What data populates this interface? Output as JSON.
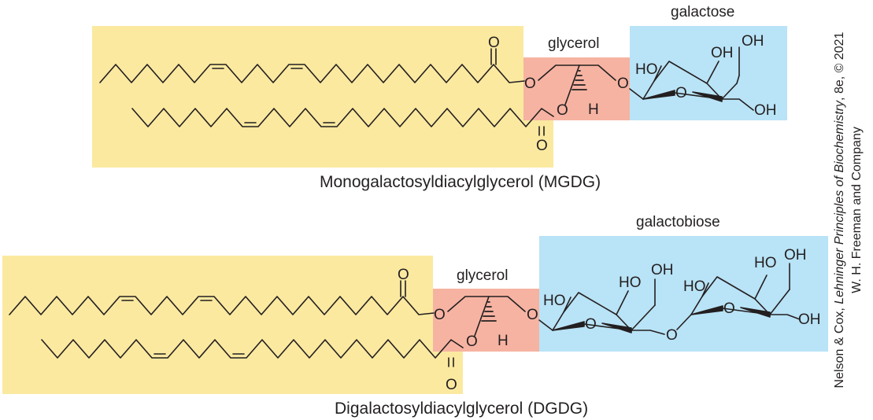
{
  "colors": {
    "acyl": "#fbe9a0",
    "glycerol": "#f6b3a2",
    "sugar": "#b9e3f6",
    "bond": "#231f20"
  },
  "mgdg": {
    "sugar_label": "galactose",
    "glycerol_label": "glycerol",
    "name": "Monogalactosyldiacylglycerol (MGDG)"
  },
  "dgdg": {
    "sugar_label": "galactobiose",
    "glycerol_label": "glycerol",
    "name": "Digalactosyldiacylglycerol (DGDG)"
  },
  "atoms": {
    "O": "O",
    "H": "H",
    "OH": "OH",
    "HO": "HO"
  },
  "credit": {
    "line1_authors": "Nelson & Cox, ",
    "line1_title": "Lehninger Principles of Biochemistry",
    "line1_rest": ", 8e, © 2021",
    "line2": "W. H. Freeman and Company"
  }
}
